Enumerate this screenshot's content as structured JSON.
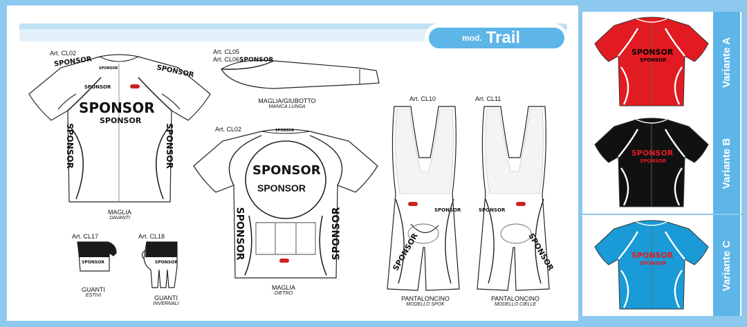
{
  "header": {
    "mod_small": "mod.",
    "mod_large": "Trail"
  },
  "items": {
    "maglia_front": {
      "art": "Art. CL02",
      "name": "MAGLIA",
      "sub": "DAVANTI",
      "sponsor_big": "SPONSOR",
      "sponsor_mid": "SPONSOR",
      "sponsor_small": "SPONSOR",
      "sponsor_side": "SPONSOR"
    },
    "sleeve": {
      "art1": "Art. CL05",
      "art2": "Art. CL06",
      "name": "MAGLIA/GIUBOTTO",
      "sub": "MANICA LUNGA",
      "sponsor": "SPONSOR"
    },
    "maglia_back": {
      "art": "Art. CL02",
      "name": "MAGLIA",
      "sub": "DIETRO",
      "sponsor_big": "SPONSOR",
      "sponsor_mid": "SPONSOR",
      "sponsor_collar": "SPONSOR",
      "sponsor_side": "SPONSOR"
    },
    "bib_spok": {
      "art": "Art. CL10",
      "name": "PANTALONCINO",
      "sub": "MODELLO SPOK",
      "sponsor_leg": "SPONSOR",
      "sponsor_small": "SPONSOR"
    },
    "bib_cielle": {
      "art": "Art. CL11",
      "name": "PANTALONCINO",
      "sub": "MODELLO CIELLE",
      "sponsor_leg": "SPONSOR",
      "sponsor_small": "SPONSOR"
    },
    "gloves_summer": {
      "art": "Art. CL17",
      "name": "GUANTI",
      "sub": "ESTIVI",
      "sponsor": "SPONSOR"
    },
    "gloves_winter": {
      "art": "Art. CL18",
      "name": "GUANTI",
      "sub": "INVERNALI",
      "sponsor": "SPONSOR"
    }
  },
  "variants": [
    {
      "label": "Variante A",
      "color": "#e21b22",
      "trim": "#ffffff",
      "text_color": "#000000",
      "sponsor_big": "SPONSOR",
      "sponsor_small": "SPONSOR"
    },
    {
      "label": "Variante B",
      "color": "#111111",
      "trim": "#ffffff",
      "text_color": "#e21b22",
      "sponsor_big": "SPONSOR",
      "sponsor_small": "SPONSOR"
    },
    {
      "label": "Variante C",
      "color": "#1a9ad6",
      "trim": "#ffffff",
      "text_color": "#e21b22",
      "sponsor_big": "SPONSOR",
      "sponsor_small": "SPONSOR"
    }
  ],
  "colors": {
    "background": "#8dc8ee",
    "accent": "#5db5e8",
    "band": "#e3f1fb"
  }
}
